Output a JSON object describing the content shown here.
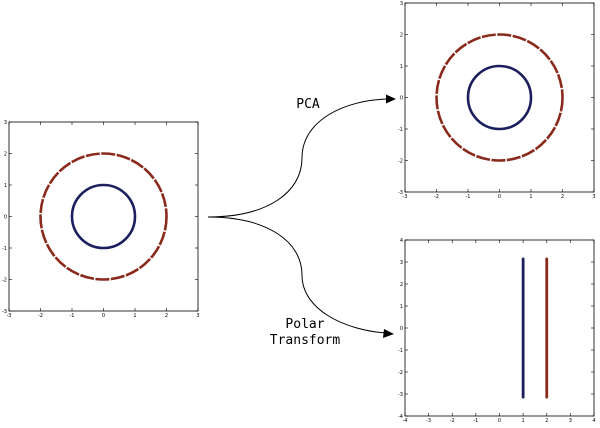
{
  "arrows": {
    "upper_label": "PCA",
    "lower_label_line1": "Polar",
    "lower_label_line2": "Transform"
  },
  "colors": {
    "inner_series": "#1b1f5e",
    "outer_series": "#8a2a1c",
    "axes": "#000000",
    "background": "#ffffff"
  },
  "chart_data": [
    {
      "id": "original",
      "type": "scatter",
      "title": "",
      "xlabel": "",
      "ylabel": "",
      "xlim": [
        -3,
        3
      ],
      "ylim": [
        -3,
        3
      ],
      "xticks": [
        "-3",
        "-2",
        "-1",
        "0",
        "1",
        "2",
        "3"
      ],
      "yticks": [
        "-3",
        "-2",
        "-1",
        "0",
        "1",
        "2",
        "3"
      ],
      "grid": false,
      "series": [
        {
          "shape": "circle",
          "center": [
            0,
            0
          ],
          "radius": 1,
          "color": "#1b1f5e"
        },
        {
          "shape": "circle",
          "center": [
            0,
            0
          ],
          "radius": 2,
          "color": "#8a2a1c"
        }
      ]
    },
    {
      "id": "pca",
      "type": "scatter",
      "title": "",
      "xlabel": "",
      "ylabel": "",
      "xlim": [
        -3,
        3
      ],
      "ylim": [
        -3,
        3
      ],
      "xticks": [
        "-3",
        "-2",
        "-1",
        "0",
        "1",
        "2",
        "3"
      ],
      "yticks": [
        "-3",
        "-2",
        "-1",
        "0",
        "1",
        "2",
        "3"
      ],
      "grid": false,
      "series": [
        {
          "shape": "circle",
          "center": [
            0,
            0
          ],
          "radius": 1,
          "color": "#1b1f5e"
        },
        {
          "shape": "circle",
          "center": [
            0,
            0
          ],
          "radius": 2,
          "color": "#8a2a1c"
        }
      ]
    },
    {
      "id": "polar",
      "type": "scatter",
      "title": "",
      "xlabel": "",
      "ylabel": "",
      "xlim": [
        -4,
        4
      ],
      "ylim": [
        -4,
        4
      ],
      "xticks": [
        "-4",
        "-3",
        "-2",
        "-1",
        "0",
        "1",
        "2",
        "3",
        "4"
      ],
      "yticks": [
        "-4",
        "-3",
        "-2",
        "-1",
        "0",
        "1",
        "2",
        "3",
        "4"
      ],
      "grid": false,
      "series": [
        {
          "shape": "vline",
          "x": 1,
          "y_range": [
            -3.14,
            3.14
          ],
          "color": "#1b1f5e"
        },
        {
          "shape": "vline",
          "x": 2,
          "y_range": [
            -3.14,
            3.14
          ],
          "color": "#8a2a1c"
        }
      ]
    }
  ]
}
